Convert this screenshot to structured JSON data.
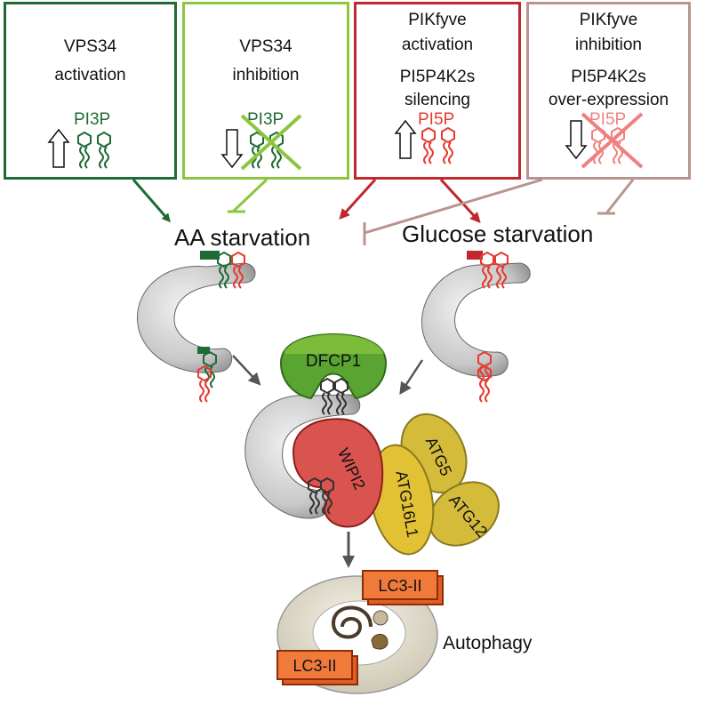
{
  "boxes": [
    {
      "lines": [
        "VPS34",
        "activation"
      ],
      "lipid": "PI3P",
      "arrow": "up",
      "color": "#1e6b35"
    },
    {
      "lines": [
        "VPS34",
        "inhibition"
      ],
      "lipid": "PI3P",
      "arrow": "down",
      "color": "#8cc63f"
    },
    {
      "lines": [
        "PIKfyve",
        "activation",
        "PI5P4K2s",
        "silencing"
      ],
      "lipid": "PI5P",
      "arrow": "up",
      "color": "#c1272d"
    },
    {
      "lines": [
        "PIKfyve",
        "inhibition",
        "PI5P4K2s",
        "over-expression"
      ],
      "lipid": "PI5P",
      "arrow": "down",
      "color": "#b8948f"
    }
  ],
  "conditions": {
    "aa": "AA starvation",
    "glucose": "Glucose starvation"
  },
  "proteins": {
    "dfcp1": "DFCP1",
    "wipi2": "WIPI2",
    "atg16l1": "ATG16L1",
    "atg5": "ATG5",
    "atg12": "ATG12",
    "lc3_top": "LC3-II",
    "lc3_bottom": "LC3-II"
  },
  "outcome": "Autophagy",
  "colors": {
    "pi3p": "#1e6b35",
    "pi5p": "#e8392f",
    "pi5p_faded": "#f08080",
    "dfcp1": "#5aa532",
    "wipi2": "#d9534f",
    "atg": "#d4bb3a",
    "lc3": "#e35d1f"
  }
}
